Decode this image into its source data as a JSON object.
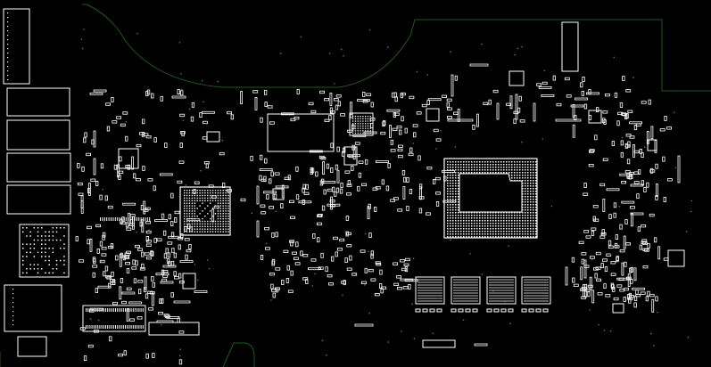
{
  "colors": {
    "background": "#000000",
    "outline": "#1f5a1f",
    "silkscreen": "#ffffff",
    "via": "#2f8f6f"
  },
  "board": {
    "packages": {
      "cpu": "bga-large",
      "pch": "bga-medium",
      "memory": "4x-dram",
      "connectors": [
        "left-connector-bank",
        "bottom-connector"
      ]
    }
  }
}
